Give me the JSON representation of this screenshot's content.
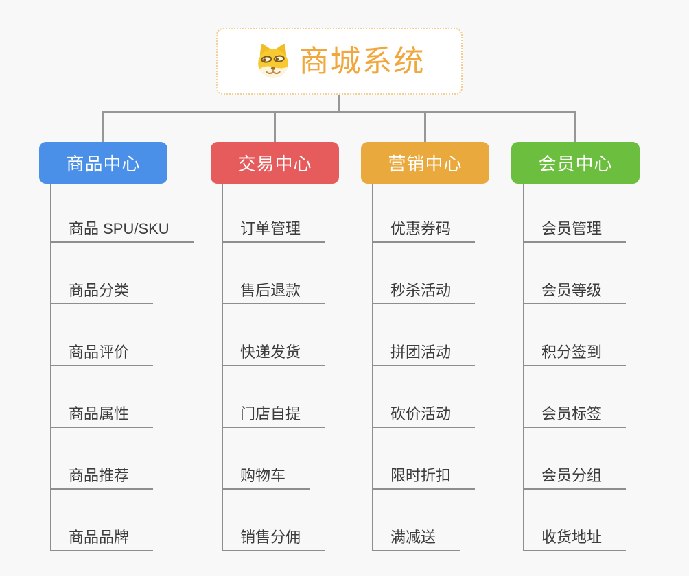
{
  "root": {
    "title": "商城系统",
    "icon": "dog-face-icon"
  },
  "branches": [
    {
      "label": "商品中心",
      "color": "#4b90e8",
      "items": [
        "商品 SPU/SKU",
        "商品分类",
        "商品评价",
        "商品属性",
        "商品推荐",
        "商品品牌"
      ]
    },
    {
      "label": "交易中心",
      "color": "#e65c5c",
      "items": [
        "订单管理",
        "售后退款",
        "快递发货",
        "门店自提",
        "购物车",
        "销售分佣"
      ]
    },
    {
      "label": "营销中心",
      "color": "#e9a93d",
      "items": [
        "优惠券码",
        "秒杀活动",
        "拼团活动",
        "砍价活动",
        "限时折扣",
        "满减送"
      ]
    },
    {
      "label": "会员中心",
      "color": "#6cbe3f",
      "items": [
        "会员管理",
        "会员等级",
        "积分签到",
        "会员标签",
        "会员分组",
        "收货地址"
      ]
    }
  ],
  "colors": {
    "background": "#f8f8f8",
    "root_title": "#f0a73e",
    "root_border": "#f3cd92",
    "connector": "#979797",
    "leaf_line": "#8e8e8e",
    "leaf_text": "#3c3c3c",
    "branch_text": "#ffffff"
  }
}
